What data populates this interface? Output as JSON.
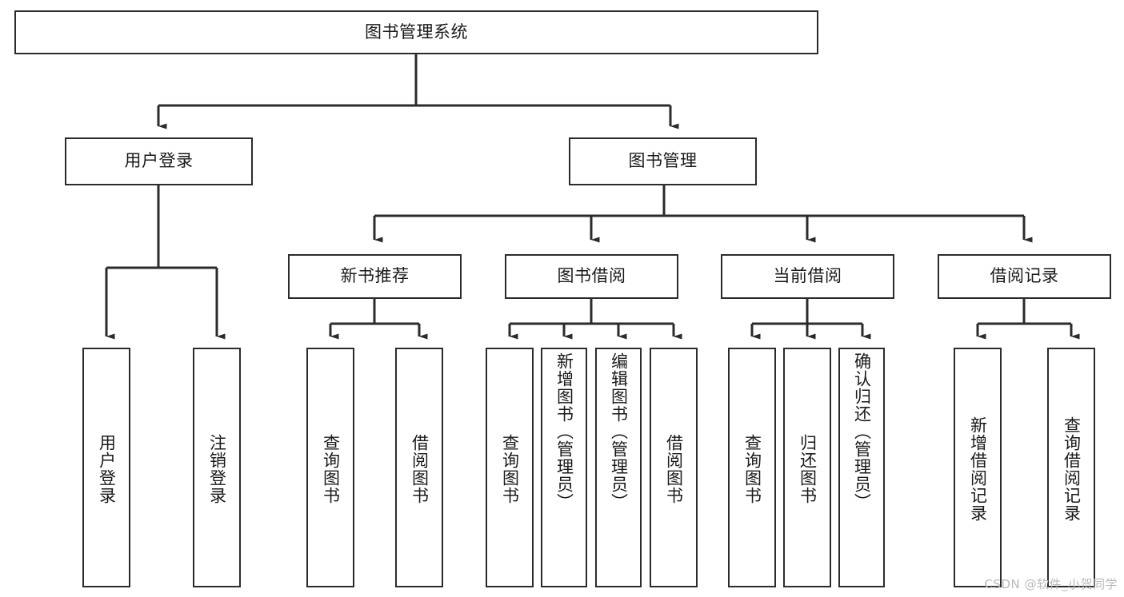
{
  "diagram": {
    "title": "图书管理系统",
    "type": "function-structure-tree",
    "root": {
      "label": "图书管理系统"
    },
    "level2": [
      {
        "label": "用户登录"
      },
      {
        "label": "图书管理"
      }
    ],
    "level3": [
      {
        "label": "新书推荐"
      },
      {
        "label": "图书借阅"
      },
      {
        "label": "当前借阅"
      },
      {
        "label": "借阅记录"
      }
    ],
    "leaves": {
      "user_login": [
        {
          "label": "用户登录"
        },
        {
          "label": "注销登录"
        }
      ],
      "new_book_recommend": [
        {
          "label": "查询图书"
        },
        {
          "label": "借阅图书"
        }
      ],
      "book_borrow": [
        {
          "label": "查询图书"
        },
        {
          "label": "新增图书（管理员）"
        },
        {
          "label": "编辑图书（管理员）"
        },
        {
          "label": "借阅图书"
        }
      ],
      "current_borrow": [
        {
          "label": "查询图书"
        },
        {
          "label": "归还图书"
        },
        {
          "label": "确认归还（管理员）"
        }
      ],
      "borrow_record": [
        {
          "label": "新增借阅记录"
        },
        {
          "label": "查询借阅记录"
        }
      ]
    }
  },
  "watermark": {
    "text": "CSDN @软件_小贺同学"
  },
  "colors": {
    "stroke": "#2b2b2b",
    "fill": "#ffffff",
    "text": "#1a1a1a",
    "watermark": "#b9b9b9"
  }
}
